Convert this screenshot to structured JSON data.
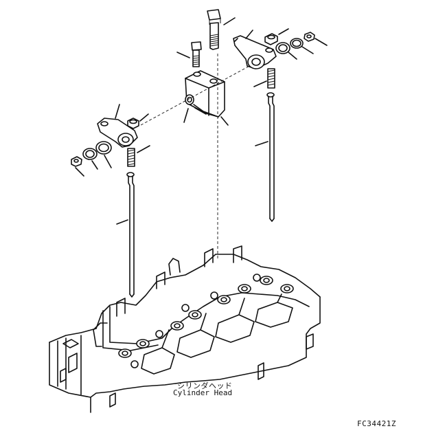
{
  "labels": {
    "cylinder_head_jp": "シリンダヘッド",
    "cylinder_head_en": "Cylinder Head",
    "drawing_code": "FC34421Z"
  }
}
